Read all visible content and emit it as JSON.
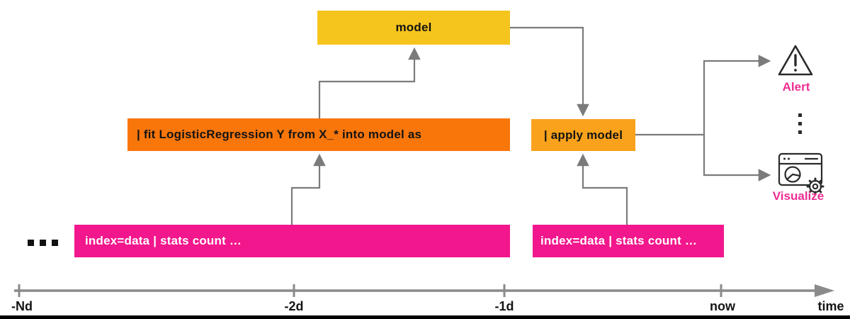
{
  "diagram": {
    "model_box": {
      "label": "model"
    },
    "fit_box": {
      "label": "| fit LogisticRegression Y from X_* into model as"
    },
    "apply_box": {
      "label": "| apply model"
    },
    "search_box_left": {
      "label": "index=data | stats count …"
    },
    "search_box_right": {
      "label": "index=data | stats count …"
    },
    "outputs": [
      {
        "label": "Alert",
        "icon": "warning-triangle-icon"
      },
      {
        "label": "Visualize",
        "icon": "browser-chart-gear-icon"
      }
    ]
  },
  "timeline": {
    "ticks": [
      {
        "label": "-Nd"
      },
      {
        "label": "-2d"
      },
      {
        "label": "-1d"
      },
      {
        "label": "now"
      }
    ],
    "axis_label": "time"
  },
  "colors": {
    "model_yellow": "#F6C51D",
    "fit_orange": "#F9760B",
    "apply_amber": "#FAA21B",
    "search_pink": "#F2178C",
    "output_label_pink": "#EF2D92",
    "arrow_gray": "#7B7B7B",
    "axis_gray": "#8A8A8A"
  }
}
